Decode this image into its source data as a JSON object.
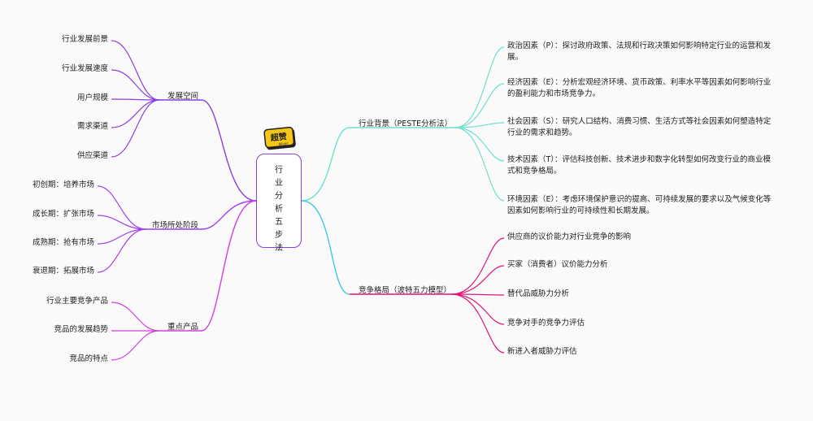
{
  "center": {
    "chars": [
      "行",
      "业",
      "分",
      "析",
      "五",
      "步",
      "法"
    ]
  },
  "sticker": {
    "text": "超赞",
    "sub": "Nice!"
  },
  "colors": {
    "purple": "#8a3fe0",
    "violet": "#a040ee",
    "magenta": "#d23ee0",
    "teal": "#6fe0cf",
    "cyan": "#3ec8e8",
    "pink": "#e0157a",
    "sticker_yellow": "#f5c518",
    "sticker_dark": "#222222"
  },
  "left": [
    {
      "label": "发展空间",
      "children": [
        "行业发展前景",
        "行业发展速度",
        "用户规模",
        "需求渠道",
        "供应渠道"
      ]
    },
    {
      "label": "市场所处阶段",
      "children": [
        "初创期：培养市场",
        "成长期：扩张市场",
        "成熟期：抢有市场",
        "衰退期：拓展市场"
      ]
    },
    {
      "label": "重点产品",
      "children": [
        "行业主要竞争产品",
        "竞品的发展趋势",
        "竞品的特点"
      ]
    }
  ],
  "right": [
    {
      "label": "行业背景（PESTE分析法）",
      "children": [
        "政治因素（P）：探讨政府政策、法规和行政决策如何影响特定行业的运营和发展。",
        "经济因素（E）：分析宏观经济环境、货币政策、利率水平等因素如何影响行业的盈利能力和市场竞争力。",
        "社会因素（S）：研究人口结构、消费习惯、生活方式等社会因素如何塑造特定行业的需求和趋势。",
        "技术因素（T）：评估科技创新、技术进步和数字化转型如何改变行业的商业模式和竞争格局。",
        "环境因素（E）：考虑环境保护意识的提高、可持续发展的要求以及气候变化等因素如何影响行业的可持续性和长期发展。"
      ]
    },
    {
      "label": "竞争格局（波特五力模型）",
      "children": [
        "供应商的议价能力对行业竞争的影响",
        "买家（消费者）议价能力分析",
        "替代品威胁力分析",
        "竞争对手的竞争力评估",
        "新进入者威胁力评估"
      ]
    }
  ]
}
